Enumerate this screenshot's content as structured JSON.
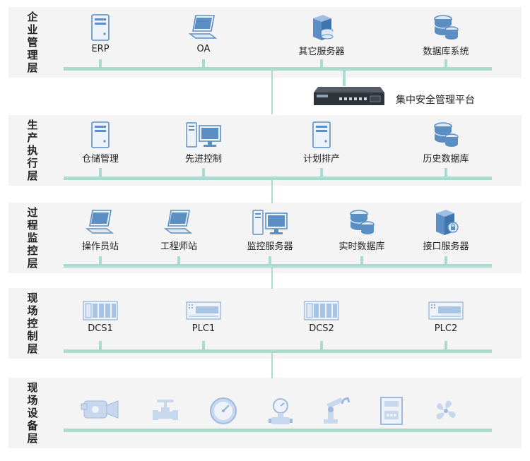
{
  "layers": [
    {
      "title": [
        "企",
        "业",
        "管",
        "理",
        "层"
      ],
      "nodes": [
        {
          "label": "ERP",
          "icon": "pc-tower-icon"
        },
        {
          "label": "OA",
          "icon": "laptop-icon"
        },
        {
          "label": "其它服务器",
          "icon": "server-stack-icon"
        },
        {
          "label": "数据库系统",
          "icon": "database-icon"
        }
      ]
    },
    {
      "title": [
        "生",
        "产",
        "执",
        "行",
        "层"
      ],
      "nodes": [
        {
          "label": "仓储管理",
          "icon": "pc-tower-icon"
        },
        {
          "label": "先进控制",
          "icon": "workstation-icon"
        },
        {
          "label": "计划排产",
          "icon": "pc-tower-icon"
        },
        {
          "label": "历史数据库",
          "icon": "database-icon"
        }
      ]
    },
    {
      "title": [
        "过",
        "程",
        "监",
        "控",
        "层"
      ],
      "nodes": [
        {
          "label": "操作员站",
          "icon": "laptop-icon"
        },
        {
          "label": "工程师站",
          "icon": "laptop-icon"
        },
        {
          "label": "监控服务器",
          "icon": "workstation-icon"
        },
        {
          "label": "实时数据库",
          "icon": "database-icon"
        },
        {
          "label": "接口服务器",
          "icon": "server-lock-icon"
        }
      ]
    },
    {
      "title": [
        "现",
        "场",
        "控",
        "制",
        "层"
      ],
      "nodes": [
        {
          "label": "DCS1",
          "icon": "dcs-rack-icon"
        },
        {
          "label": "PLC1",
          "icon": "plc-module-icon"
        },
        {
          "label": "DCS2",
          "icon": "dcs-rack-icon"
        },
        {
          "label": "PLC2",
          "icon": "plc-module-icon"
        }
      ]
    },
    {
      "title": [
        "现",
        "场",
        "设",
        "备",
        "层"
      ],
      "devices": [
        "camera-icon",
        "valve-icon",
        "pressure-gauge-icon",
        "flow-meter-icon",
        "robot-arm-icon",
        "control-panel-icon",
        "fan-icon"
      ]
    }
  ],
  "security_platform": {
    "label": "集中安全管理平台",
    "icon": "security-appliance-icon"
  },
  "colors": {
    "layer_bg": "#f4f4f5",
    "bus": "#a9dccf",
    "icon_blue": "#5b8fc4",
    "icon_light": "#dfe9f5"
  }
}
